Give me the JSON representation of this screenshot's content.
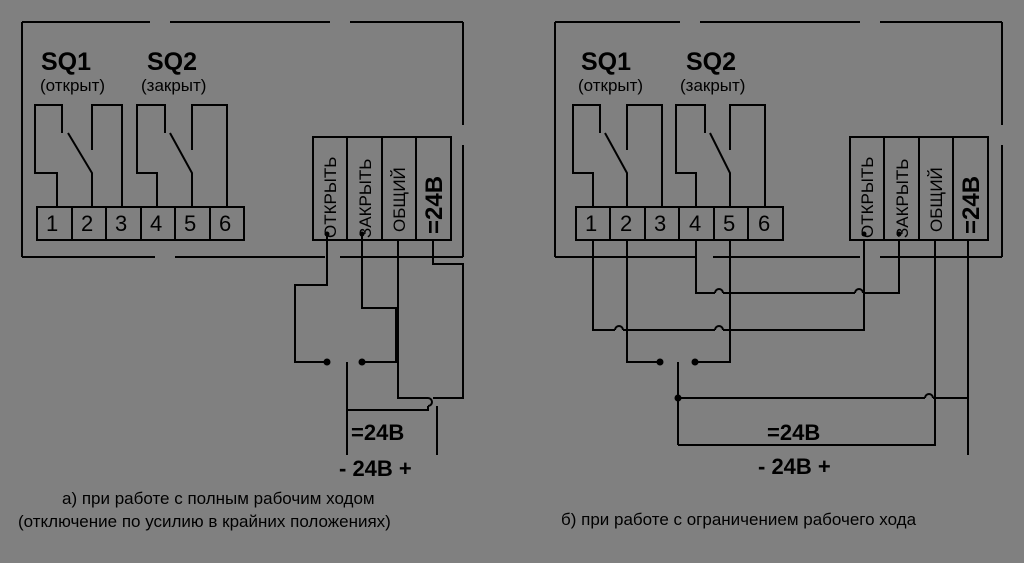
{
  "diagram_a": {
    "sq1_title": "SQ1",
    "sq1_sub": "(открыт)",
    "sq2_title": "SQ2",
    "sq2_sub": "(закрыт)",
    "terminals": [
      "1",
      "2",
      "3",
      "4",
      "5",
      "6"
    ],
    "control_terminals": [
      "ОТКРЫТЬ",
      "ЗАКРЫТЬ",
      "ОБЩИЙ",
      "=24В"
    ],
    "dc_label": "=24В",
    "supply_label": "-  24В  +",
    "caption_line1": "а) при работе с полным рабочим ходом",
    "caption_line2": "(отключение по усилию в крайних положениях)"
  },
  "diagram_b": {
    "sq1_title": "SQ1",
    "sq1_sub": "(открыт)",
    "sq2_title": "SQ2",
    "sq2_sub": "(закрыт)",
    "terminals": [
      "1",
      "2",
      "3",
      "4",
      "5",
      "6"
    ],
    "control_terminals": [
      "ОТКРЫТЬ",
      "ЗАКРЫТЬ",
      "ОБЩИЙ",
      "=24В"
    ],
    "dc_label": "=24В",
    "supply_label": "-  24В  +",
    "caption": "б) при работе с ограничением рабочего хода"
  }
}
